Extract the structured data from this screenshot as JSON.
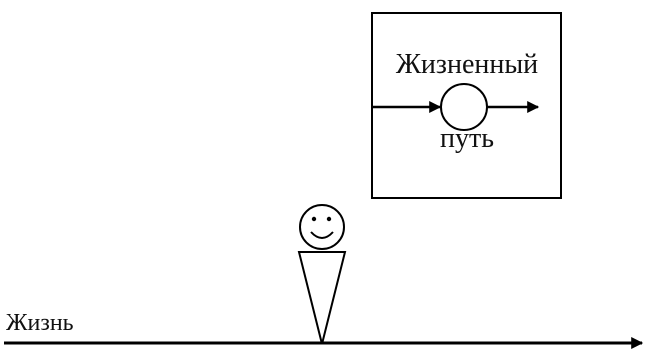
{
  "life_path_box": {
    "title": "Жизненный",
    "subtitle": "путь"
  },
  "timeline": {
    "label": "Жизнь"
  },
  "colors": {
    "line": "#000000",
    "text": "#111111",
    "background": "#ffffff"
  }
}
